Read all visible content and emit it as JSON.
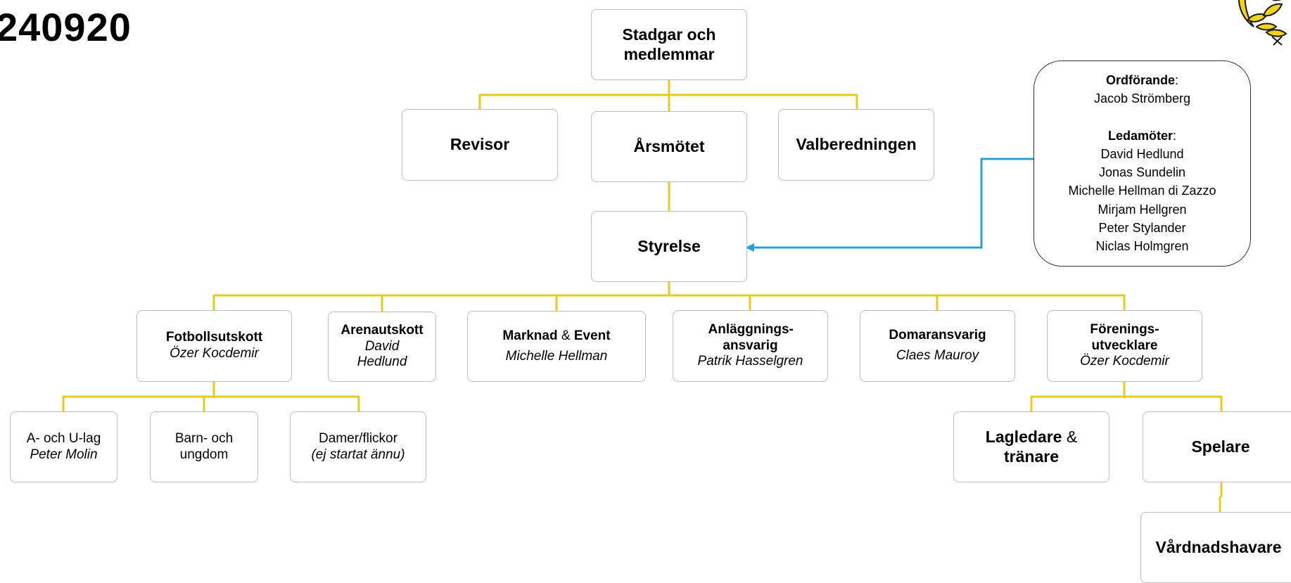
{
  "header": {
    "title": "240920"
  },
  "org": {
    "stadgar": "Stadgar och medlemmar",
    "revisor": "Revisor",
    "arsmotet": "Årsmötet",
    "valberedningen": "Valberedningen",
    "styrelse": "Styrelse",
    "fotboll": {
      "title": "Fotbollsutskott",
      "person": "Özer Kocdemir"
    },
    "arena": {
      "title": "Arenautskott",
      "person": "David Hedlund"
    },
    "marknad": {
      "title_a": "Marknad",
      "amp": "&",
      "title_b": "Event",
      "person": "Michelle Hellman"
    },
    "anlaggning": {
      "title": "Anläggnings-ansvarig",
      "person": "Patrik Hasselgren"
    },
    "domar": {
      "title": "Domaransvarig",
      "person": "Claes Mauroy"
    },
    "forening": {
      "title": "Förenings-utvecklare",
      "person": "Özer Kocdemir"
    },
    "alag": {
      "title": "A- och U-lag",
      "person": "Peter Molin"
    },
    "barn": {
      "title": "Barn- och ungdom"
    },
    "damer": {
      "title": "Damer/flickor",
      "note": "(ej startat ännu)"
    },
    "lagledare": {
      "title_a": "Lagledare",
      "amp": "&",
      "title_b": "tränare"
    },
    "spelare": "Spelare",
    "vardnad": "Vårdnadshavare"
  },
  "board": {
    "chair_label": "Ordförande",
    "chair": "Jacob Strömberg",
    "members_label": "Ledamöter",
    "members": [
      "David Hedlund",
      "Jonas Sundelin",
      "Michelle Hellman di Zazzo",
      "Mirjam Hellgren",
      "Peter Stylander",
      "Niclas Holmgren"
    ]
  },
  "colors": {
    "connector": "#e3cc1c",
    "arrow": "#2a9fd8",
    "box_border": "#bdbdbd"
  },
  "icons": {
    "logo": "laurel-wreath-logo"
  }
}
